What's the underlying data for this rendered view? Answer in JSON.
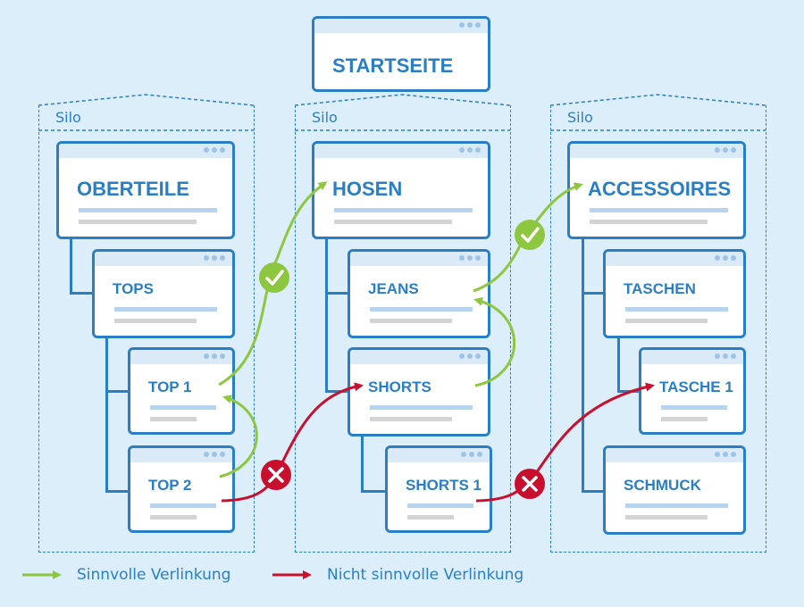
{
  "colors": {
    "accent": "#2a7fc4",
    "good": "#8dc63f",
    "bad": "#c8102e",
    "background": "#ddeefb"
  },
  "start": {
    "title": "STARTSEITE"
  },
  "silos": [
    {
      "label": "Silo",
      "category": "OBERTEILE",
      "sub": "TOPS",
      "item1": "TOP 1",
      "item2": "TOP 2"
    },
    {
      "label": "Silo",
      "category": "HOSEN",
      "sub": "JEANS",
      "item1": "SHORTS",
      "item2": "SHORTS 1"
    },
    {
      "label": "Silo",
      "category": "ACCESSOIRES",
      "sub": "TASCHEN",
      "item1": "TASCHE 1",
      "item2": "SCHMUCK"
    }
  ],
  "legend": {
    "good": "Sinnvolle Verlinkung",
    "bad": "Nicht sinnvolle Verlinkung"
  },
  "icons": {
    "good": "check-circle-icon",
    "bad": "cross-circle-icon"
  }
}
